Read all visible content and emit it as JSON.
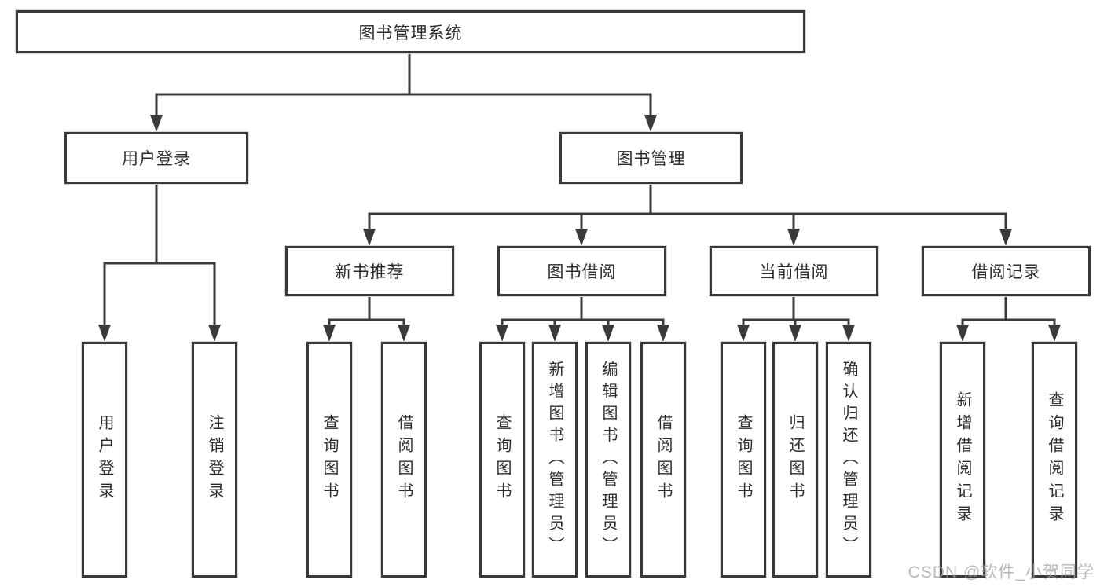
{
  "diagram": {
    "title": "图书管理系统",
    "root": {
      "label": "图书管理系统"
    },
    "branches": [
      {
        "label": "用户登录",
        "children": [
          {
            "label": "用户登录"
          },
          {
            "label": "注销登录"
          }
        ]
      },
      {
        "label": "图书管理",
        "children": [
          {
            "label": "新书推荐",
            "children": [
              {
                "label": "查询图书"
              },
              {
                "label": "借阅图书"
              }
            ]
          },
          {
            "label": "图书借阅",
            "children": [
              {
                "label": "查询图书"
              },
              {
                "label": "新增图书（管理员）"
              },
              {
                "label": "编辑图书（管理员）"
              },
              {
                "label": "借阅图书"
              }
            ]
          },
          {
            "label": "当前借阅",
            "children": [
              {
                "label": "查询图书"
              },
              {
                "label": "归还图书"
              },
              {
                "label": "确认归还（管理员）"
              }
            ]
          },
          {
            "label": "借阅记录",
            "children": [
              {
                "label": "新增借阅记录"
              },
              {
                "label": "查询借阅记录"
              }
            ]
          }
        ]
      }
    ]
  },
  "watermark": {
    "text": "CSDN @软件_小贺同学"
  },
  "colors": {
    "line": "#3a3a3a",
    "box_border": "#383838",
    "box_fill": "#ffffff",
    "text": "#2b2b2b",
    "watermark": "#9e9e9e"
  }
}
